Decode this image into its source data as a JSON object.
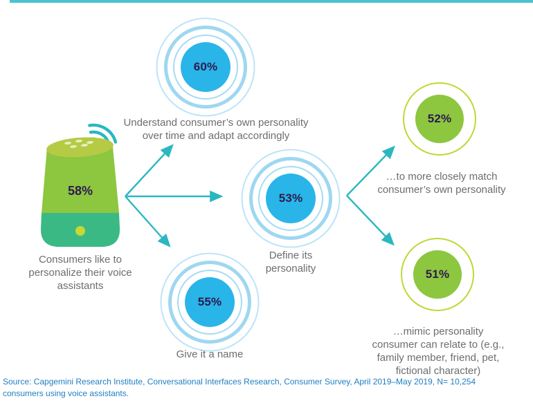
{
  "colors": {
    "topline": "#49c3d2",
    "teal": "#2ab7c0",
    "blue": "#29b5e8",
    "blueRing1": "#a5dbf3",
    "blueRing2": "#9ed7f1",
    "blueRing3": "#bce4f7",
    "green": "#8dc63f",
    "greenRing": "#c0d736",
    "navy": "#2e1a4f",
    "gray": "#6b6d70",
    "source": "#1e7ec1",
    "speakerTop": "#b5cb45",
    "speakerBody": "#8dc63f",
    "speakerBase": "#3bb985",
    "speakerDot": "#c6d834",
    "speakerVents": "#e6eec0"
  },
  "speaker": {
    "value": "58%",
    "caption": "Consumers like to\npersonalize their voice\nassistants"
  },
  "nodes": [
    {
      "id": "understand",
      "type": "blue",
      "value": "60%",
      "label": "Understand consumer’s own personality\nover time and adapt accordingly"
    },
    {
      "id": "define",
      "type": "blue",
      "value": "53%",
      "label": "Define its\npersonality"
    },
    {
      "id": "name",
      "type": "blue",
      "value": "55%",
      "label": "Give it a name"
    },
    {
      "id": "match",
      "type": "green",
      "value": "52%",
      "label": "…to more closely match\nconsumer’s own personality"
    },
    {
      "id": "mimic",
      "type": "green",
      "value": "51%",
      "label": "…mimic personality\nconsumer can relate to (e.g.,\nfamily member, friend, pet,\nfictional character)"
    }
  ],
  "source_text": "Source: Capgemini Research Institute, Conversational Interfaces Research, Consumer Survey, April 2019–May 2019, N= 10,254\nconsumers using voice assistants."
}
